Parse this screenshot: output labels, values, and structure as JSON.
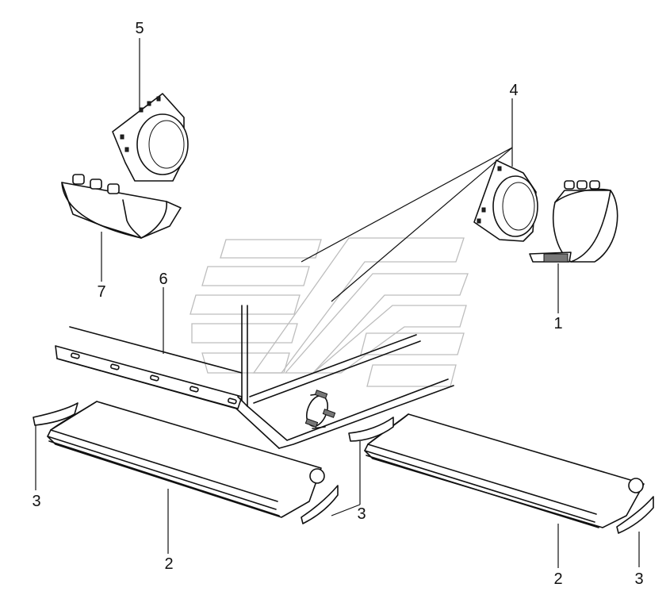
{
  "callouts": [
    {
      "id": "c5",
      "label": "5"
    },
    {
      "id": "c4",
      "label": "4"
    },
    {
      "id": "c7",
      "label": "7"
    },
    {
      "id": "c6",
      "label": "6"
    },
    {
      "id": "c1",
      "label": "1"
    },
    {
      "id": "c3a",
      "label": "3"
    },
    {
      "id": "c3b",
      "label": "3"
    },
    {
      "id": "c3c",
      "label": "3"
    },
    {
      "id": "c2a",
      "label": "2"
    },
    {
      "id": "c2b",
      "label": "2"
    }
  ]
}
